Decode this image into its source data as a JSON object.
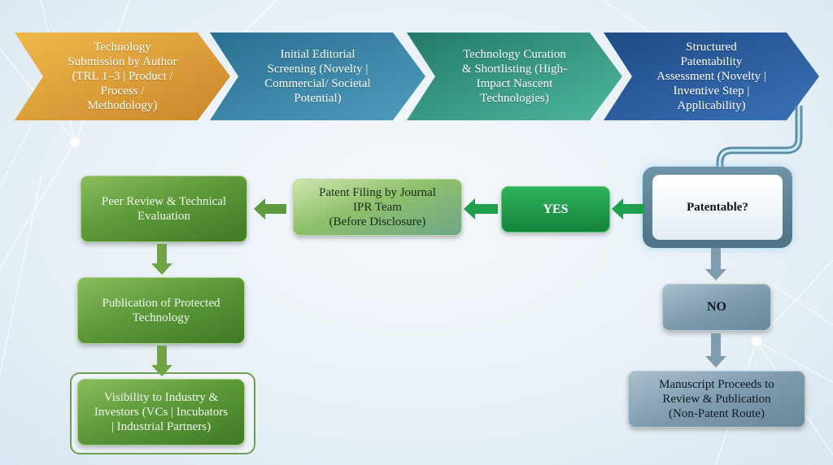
{
  "colors": {
    "step1": "#e2a23a",
    "step2": "#3d87a8",
    "step3": "#3aa38c",
    "step4": "#2f5fa0",
    "green_box": "#5d9a3a",
    "yes_box": "#1a9a48",
    "no_box": "#7f9cae"
  },
  "process_steps": [
    {
      "label": "Technology\nSubmission by Author\n(TRL 1–3 | Product /\nProcess /\nMethodology)"
    },
    {
      "label": "Initial Editorial\nScreening (Novelty |\nCommercial/ Societal\nPotential)"
    },
    {
      "label": "Technology Curation\n& Shortlisting (High-\nImpact Nascent\nTechnologies)"
    },
    {
      "label": "Structured\nPatentability\nAssessment (Novelty |\nInventive Step |\nApplicability)"
    }
  ],
  "decision": {
    "label": "Patentable?"
  },
  "yes_branch": {
    "yes_label": "YES",
    "patent_filing": "Patent Filing by Journal\nIPR Team\n(Before Disclosure)",
    "peer_review": "Peer Review & Technical\nEvaluation",
    "publication": "Publication of Protected\nTechnology",
    "visibility": "Visibility to Industry &\nInvestors (VCs | Incubators\n| Industrial Partners)"
  },
  "no_branch": {
    "no_label": "NO",
    "manuscript": "Manuscript Proceeds to\nReview & Publication\n(Non-Patent Route)"
  },
  "arrows": [
    {
      "from": "decision",
      "to": "yes",
      "direction": "left"
    },
    {
      "from": "yes",
      "to": "patent_filing",
      "direction": "left"
    },
    {
      "from": "patent_filing",
      "to": "peer_review",
      "direction": "left"
    },
    {
      "from": "peer_review",
      "to": "publication",
      "direction": "down"
    },
    {
      "from": "publication",
      "to": "visibility",
      "direction": "down"
    },
    {
      "from": "decision",
      "to": "no",
      "direction": "down"
    },
    {
      "from": "no",
      "to": "manuscript",
      "direction": "down"
    }
  ]
}
